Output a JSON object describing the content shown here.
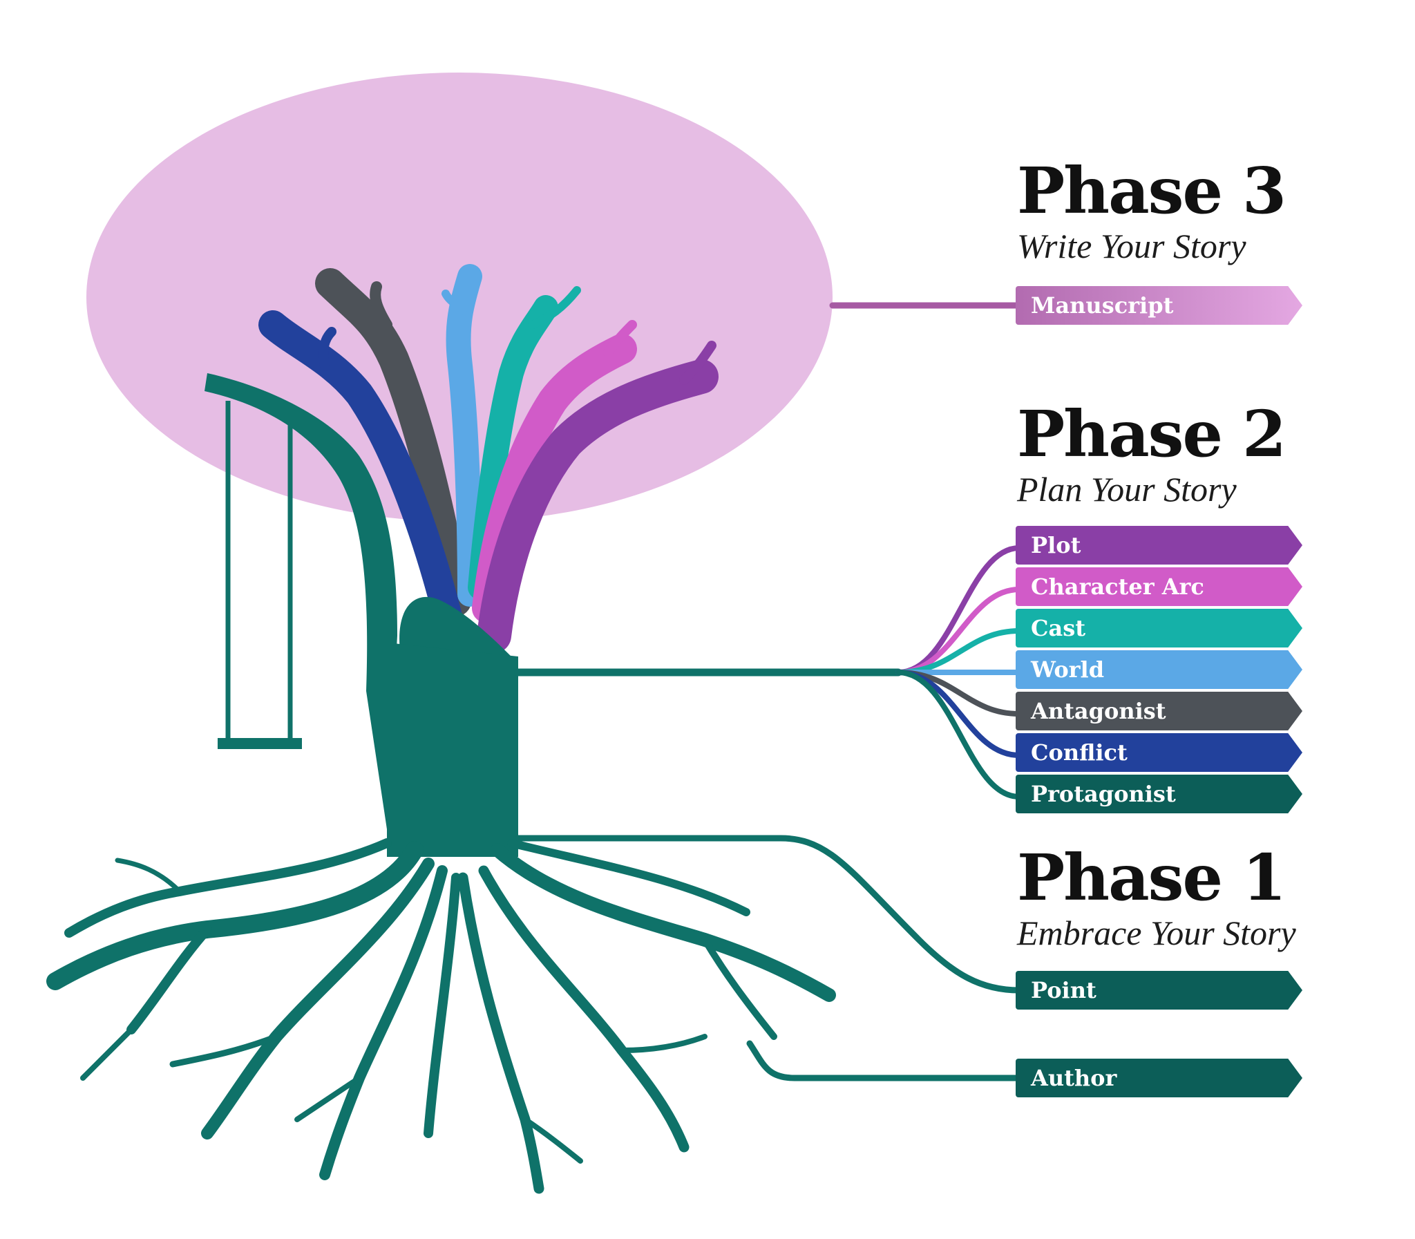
{
  "colors": {
    "canopy": "#e6bde4",
    "trunk": "#0f7269",
    "manuscript": "#cf8ccc",
    "plot": "#8a3fa6",
    "character_arc": "#d15bc8",
    "cast": "#15b1a8",
    "world": "#5ba8e6",
    "antagonist": "#4d5258",
    "conflict": "#22419c",
    "protagonist": "#0c5e58",
    "point": "#0c5e58",
    "author": "#0c5e58"
  },
  "phases": [
    {
      "id": "phase-3",
      "title": "Phase 3",
      "subtitle": "Write Your Story",
      "items": [
        "Manuscript"
      ]
    },
    {
      "id": "phase-2",
      "title": "Phase 2",
      "subtitle": "Plan Your Story",
      "items": [
        "Plot",
        "Character Arc",
        "Cast",
        "World",
        "Antagonist",
        "Conflict",
        "Protagonist"
      ]
    },
    {
      "id": "phase-1",
      "title": "Phase 1",
      "subtitle": "Embrace Your Story",
      "items": [
        "Point",
        "Author"
      ]
    }
  ]
}
